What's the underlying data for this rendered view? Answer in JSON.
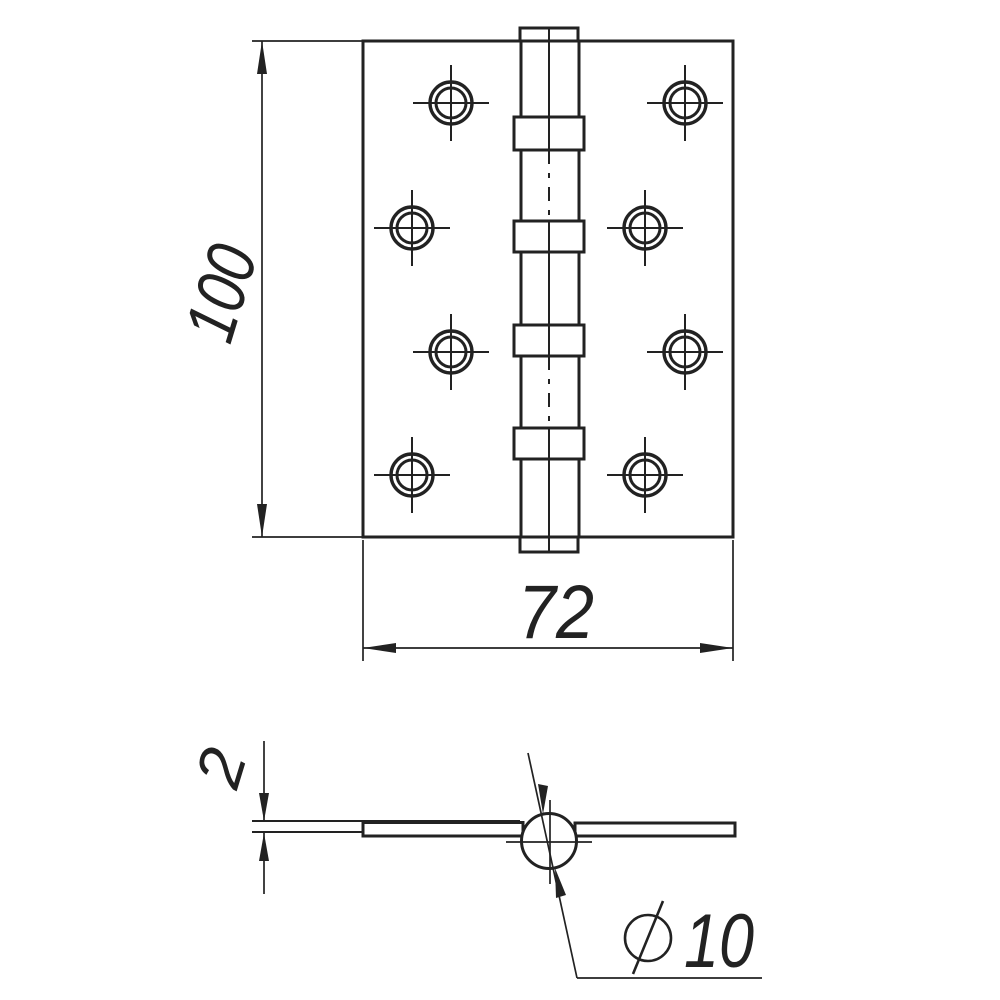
{
  "drawing": {
    "background_color": "#ffffff",
    "line_color": "#222222",
    "dimensions": {
      "height": {
        "value": "100",
        "orientation": "vertical",
        "side": "left"
      },
      "width": {
        "value": "72",
        "orientation": "horizontal",
        "side": "bottom"
      },
      "thickness": {
        "value": "2",
        "orientation": "vertical",
        "side": "left"
      },
      "pin_diameter": {
        "value": "10",
        "symbol": "⌀",
        "style": "leader-callout"
      }
    },
    "front_view": {
      "screw_holes": 8,
      "knuckle_bands": 4
    },
    "edge_view": {
      "pin_circles": 1
    }
  }
}
